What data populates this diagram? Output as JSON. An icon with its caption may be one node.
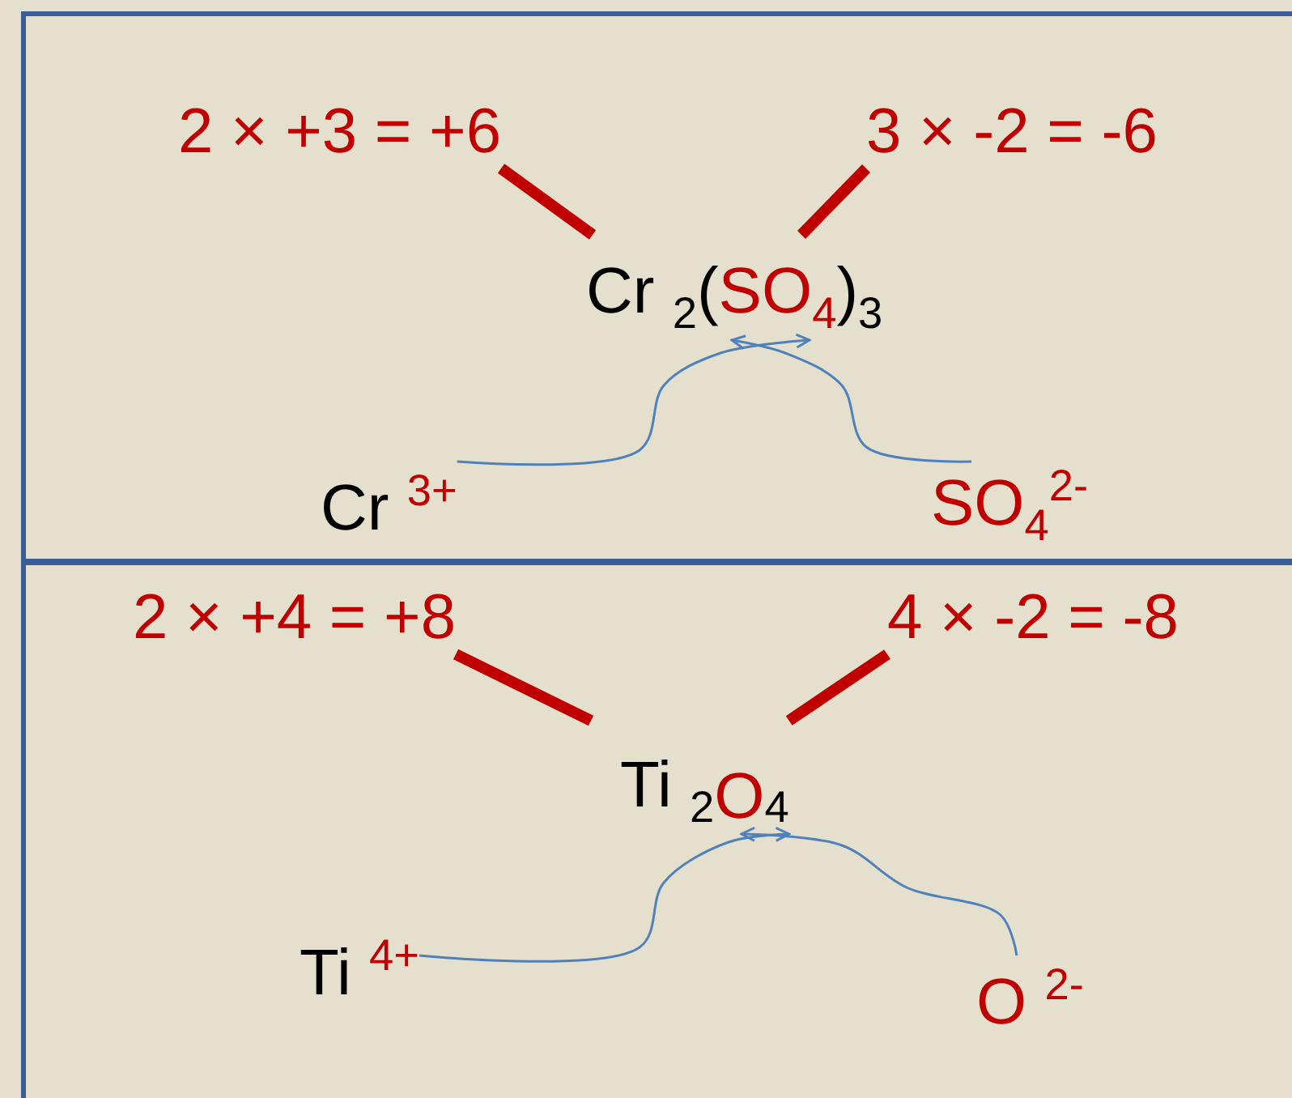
{
  "diagram": {
    "nodes": [
      {
        "text": [],
        "shape": "box"
      },
      {
        "text": [
          "2 × +3 = +6"
        ],
        "in": 0
      },
      {
        "text": [
          "3 × -2 = -6"
        ],
        "in": 0
      },
      {
        "text": [
          "Cr $_{2}$(",
          "SO$_{4}$",
          ")$_{3}$"
        ],
        "in": 0
      },
      {
        "text": [
          "Cr $^{3+}$"
        ],
        "in": 0
      },
      {
        "text": [
          "SO$_{4}$$^{2-}$"
        ],
        "in": 0
      },
      {
        "text": [],
        "shape": "box"
      },
      {
        "text": [
          "2 ×  +4 = +8"
        ],
        "in": 6
      },
      {
        "text": [
          "4 × -2 = -8"
        ],
        "in": 6
      },
      {
        "text": [
          "Ti $_{2}$",
          "O",
          " $_{4}$"
        ],
        "in": 6
      },
      {
        "text": [
          "Ti $^{4+}$"
        ],
        "in": 6
      },
      {
        "text": [
          "O $^{2-}$"
        ],
        "in": 6
      }
    ],
    "edges": [
      {
        "from": 1,
        "to": 3,
        "arrow": "none",
        "style": "thick",
        "color": "#c00000"
      },
      {
        "from": 2,
        "to": 3,
        "arrow": "none",
        "style": "thick",
        "color": "#c00000"
      },
      {
        "from": 4,
        "to": 3,
        "arrow": "to",
        "color": "#4f81bd"
      },
      {
        "from": 5,
        "to": 3,
        "arrow": "to",
        "color": "#4f81bd"
      },
      {
        "from": 7,
        "to": 9,
        "arrow": "none",
        "style": "thick",
        "color": "#c00000"
      },
      {
        "from": 8,
        "to": 9,
        "arrow": "none",
        "style": "thick",
        "color": "#c00000"
      },
      {
        "from": 10,
        "to": 9,
        "arrow": "to",
        "color": "#4f81bd"
      },
      {
        "from": 11,
        "to": 9,
        "arrow": "to",
        "color": "#4f81bd"
      }
    ]
  }
}
